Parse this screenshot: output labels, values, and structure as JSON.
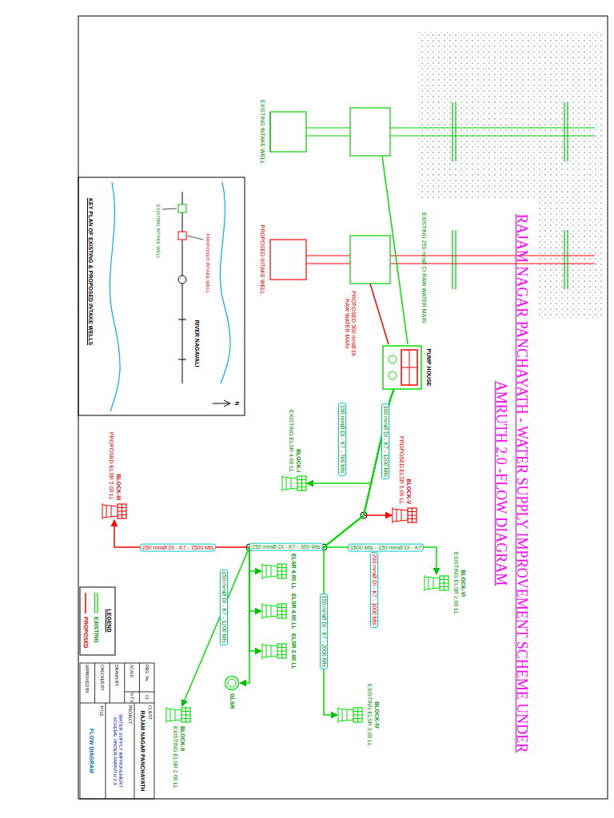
{
  "diagram": {
    "title": "RAJAM NAGAR PANCHAYATH - WATER SUPPLY IMPROVEMENT SCHEME UNDER AMRUTH 2.0 -FLOW DIAGRAM",
    "nodes": [
      {
        "text": [
          "PUMP HOUSE"
        ]
      },
      {
        "text": [
          "BLOCK-V",
          "PROPOSED ELSR 5.00 LL"
        ]
      },
      {
        "text": [
          "BLOCK-I",
          "EXISTING ELSR 4.00 LL"
        ]
      },
      {
        "text": [
          "BLOCK-VI",
          "EXISTING ELSR 2.00 LL"
        ]
      },
      {
        "text": [
          "BLOCK-IV",
          "EXISTING ELSR 3.00 LL"
        ]
      },
      {
        "text": [
          "BLOCK-III",
          "PROPOSED ELSR 5.00 LL"
        ]
      },
      {
        "text": [
          "ELSR 4.00 LL"
        ]
      },
      {
        "text": [
          "ELSR 4.00 LL"
        ]
      },
      {
        "text": [
          "ELSR 2.00 LL"
        ]
      },
      {
        "text": [
          "GLSR"
        ]
      },
      {
        "text": [
          "BLOCK-II",
          "EXISTING ELSR 2.00 LL"
        ]
      }
    ],
    "edges": [
      {
        "from": 0,
        "to": 2,
        "arrow": "to",
        "label": "150 mmØ DI - K7 - 700 Mts"
      },
      {
        "from": 0,
        "to": 1,
        "arrow": "to",
        "label": "200 mmØ DI - K7 - 1000 Mts"
      },
      {
        "from": 0,
        "to": 3,
        "arrow": "to",
        "label": "1500 Mts - 150 mmØ DI - K7"
      },
      {
        "from": 0,
        "to": 4,
        "arrow": "to",
        "label": "150 mmØ DI - K7 - 2000 Mts"
      },
      {
        "from": 0,
        "to": 6,
        "arrow": "to"
      },
      {
        "from": 0,
        "to": 7,
        "arrow": "to"
      },
      {
        "from": 0,
        "to": 8,
        "arrow": "to"
      },
      {
        "from": 0,
        "to": 9,
        "arrow": "to"
      },
      {
        "from": 0,
        "to": 5,
        "arrow": "to",
        "label": "250 mmØ DI - K7 - 1500 Mts"
      },
      {
        "from": 0,
        "to": 10,
        "arrow": "to",
        "label": "150 mmØ DI - K7 - 1200 Mts"
      }
    ],
    "labels": [
      "LEGEND",
      "EXISTING INTAKE WELL",
      "PROPOSED INTAKE WELL",
      "PROPOSED 300 mmØ DI RAW WATER MAIN",
      "EXISTING 250 mmØ CI RAW WATER MAIN",
      "300 mmØ DI - K7 - 1200 Mts",
      "250 mmØ DI - K7 - 300 Mts",
      "RIVER NAGAVALI",
      "EXISTING INTAKE WELL",
      "PROPOSED INTAKE WELL",
      "KEY PLAN OF EXISTING & PROPOSED INTAKE WELLS",
      "CLIENT",
      "RAJAM NAGAR PANCHAYATH",
      "PROJECT",
      "WATER SUPPLY IMPROVEMENT SCHEME UNDER AMRUTH 2.0",
      "TITLE",
      "FLOW DIAGRAM",
      "DRG. No.",
      "01",
      "SCALE",
      "N.T.S",
      "DRAWN BY",
      "CHECKED BY",
      "APPROVED BY",
      "N"
    ],
    "legend": [
      {
        "text": "EXISTING"
      },
      {
        "text": "PROPOSED"
      }
    ]
  }
}
